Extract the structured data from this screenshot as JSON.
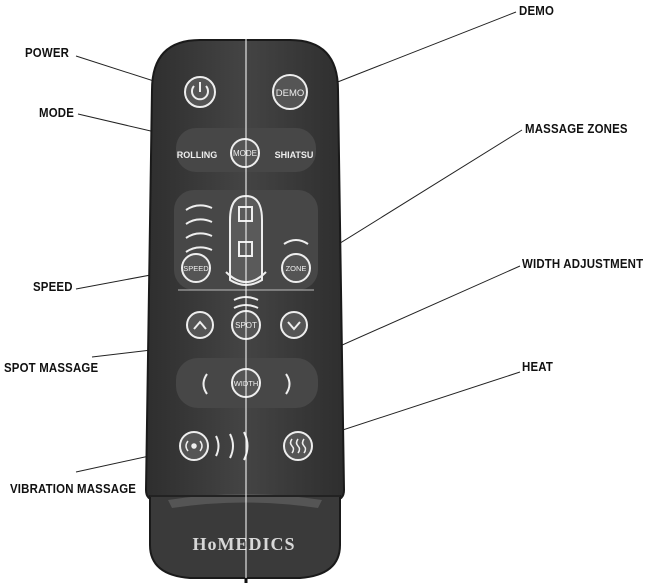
{
  "callouts": {
    "power": "POWER",
    "mode": "MODE",
    "speed": "SPEED",
    "spot_massage": "SPOT MASSAGE",
    "vibration_massage": "VIBRATION MASSAGE",
    "demo": "DEMO",
    "massage_zones": "MASSAGE ZONES",
    "width_adjustment": "WIDTH ADJUSTMENT",
    "heat": "HEAT"
  },
  "remote": {
    "buttons": {
      "demo": "DEMO",
      "mode": "MODE",
      "speed": "SPEED",
      "zone": "ZONE",
      "spot": "SPOT",
      "width": "WIDTH"
    },
    "mode_options": {
      "left": "ROLLING",
      "right": "SHIATSU"
    },
    "brand": "HoMEDICS"
  },
  "colors": {
    "body": "#3c3c3c",
    "panel": "#4a4a4a",
    "button": "#5a5a5a",
    "outline": "#e8e8e8"
  }
}
